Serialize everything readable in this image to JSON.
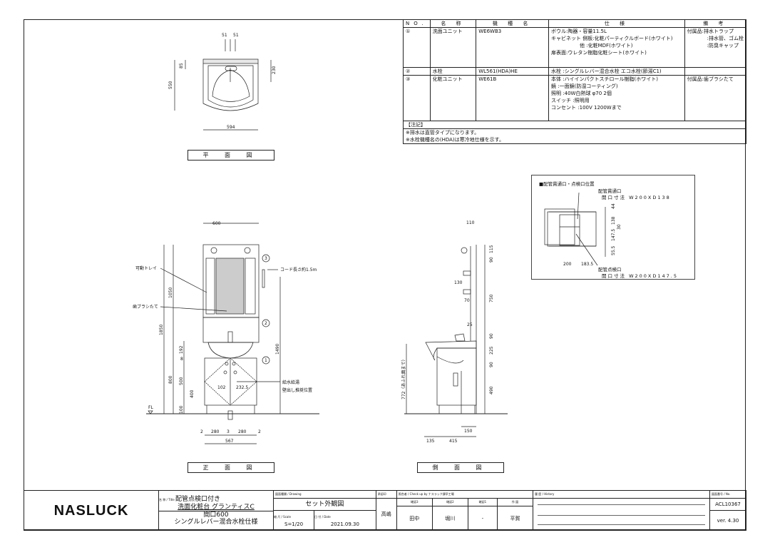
{
  "spec_table": {
    "headers": [
      "NO.",
      "名 称",
      "機 種 名",
      "仕 様",
      "備 考"
    ],
    "rows": [
      {
        "no": "①",
        "name": "洗面ユニット",
        "model": "WE6WB3",
        "spec": [
          "ボウル:陶器・容量11.5L",
          "キャビネット 側板:化粧パーティクルボード(ホワイト)",
          "他 :化粧MDF(ホワイト)",
          "扉表面:ウレタン樹脂化粧シート(ホワイト)"
        ],
        "note": [
          "付属品:排水トラップ",
          ":排水管、ゴム栓",
          ":防臭キャップ"
        ]
      },
      {
        "no": "②",
        "name": "水栓",
        "model": "WL561(HDA)HE",
        "spec": [
          "水栓 :シングルレバー混合水栓 エコ水栓(節湯C1)"
        ],
        "note": []
      },
      {
        "no": "③",
        "name": "化粧ユニット",
        "model": "WE61B",
        "spec": [
          "本体 :ハイインパクトスチロール樹脂(ホワイト)",
          "鏡 :一面鏡(防湿コーティング)",
          "照明 :40W白熱球 φ70 2個",
          "スイッチ :照明用",
          "コンセント :100V 1200Wまで"
        ],
        "note": [
          "付属品:歯ブラシたて"
        ]
      }
    ],
    "notes_title": "【注記】",
    "notes": [
      "※排水は直管タイプになります。",
      "※水栓機種名の(HDA)は寒冷地仕様を示す。"
    ]
  },
  "plan_view": {
    "caption": "平 面 図",
    "dims": [
      "51",
      "51",
      "85",
      "550",
      "230",
      "594"
    ]
  },
  "front_view": {
    "caption": "正 面 図",
    "dims": [
      "600",
      "1850",
      "1050",
      "1490",
      "192",
      "8",
      "800",
      "500",
      "400",
      "100",
      "102",
      "232.5",
      "2",
      "280",
      "3",
      "280",
      "2",
      "567"
    ],
    "labels": {
      "tray": "可動トレイ",
      "toothbrush": "歯ブラシたて",
      "cord": "コード長さ約1.5m",
      "supply1": "給水給湯",
      "supply2": "壁出し推奨位置",
      "fl": "FL",
      "c1": "1",
      "c2": "2",
      "c3": "3"
    }
  },
  "side_view": {
    "caption": "側 面 図",
    "dims": [
      "110",
      "115",
      "90",
      "130",
      "750",
      "70",
      "25",
      "90",
      "225",
      "90",
      "490",
      "772（あふれ面まで）",
      "150",
      "135",
      "415"
    ]
  },
  "detail": {
    "title": "■配管貫通口・点検口位置",
    "upper_name": "配管貫通口",
    "upper_size": "開口寸法 W200XD138",
    "lower_name": "配管点検口",
    "lower_size": "開口寸法 W200XD147.5",
    "dims": [
      "44",
      "138",
      "30",
      "147.5",
      "55.5",
      "200",
      "183.5"
    ]
  },
  "title_block": {
    "logo": "NASLUCK",
    "title_label": "名 称 / Title",
    "title_lines": [
      "配管点検口付き",
      "洗面化粧台 グランティスC",
      "間口600",
      "シングルレバー混合水栓仕様"
    ],
    "drawing_label": "図面種類 / Drawing",
    "drawing": "セット外観図",
    "scale_label": "縮 尺 / Scale",
    "scale": "S=1/20",
    "date_label": "日 付 / Date",
    "date": "2021.09.30",
    "approval_label": "承認印",
    "approver": "高嶋",
    "check_label": "照合者 / Check up by ナスラック諫早工場",
    "check_cols": [
      "確認3",
      "確認2",
      "確認1",
      "作 図"
    ],
    "check_vals": [
      "田中",
      "堀川",
      "-",
      "平賀"
    ],
    "history_label": "履 歴 / History",
    "no_label": "図面番号 / No.",
    "no": "ACL10367",
    "version": "ver. 4.30"
  }
}
